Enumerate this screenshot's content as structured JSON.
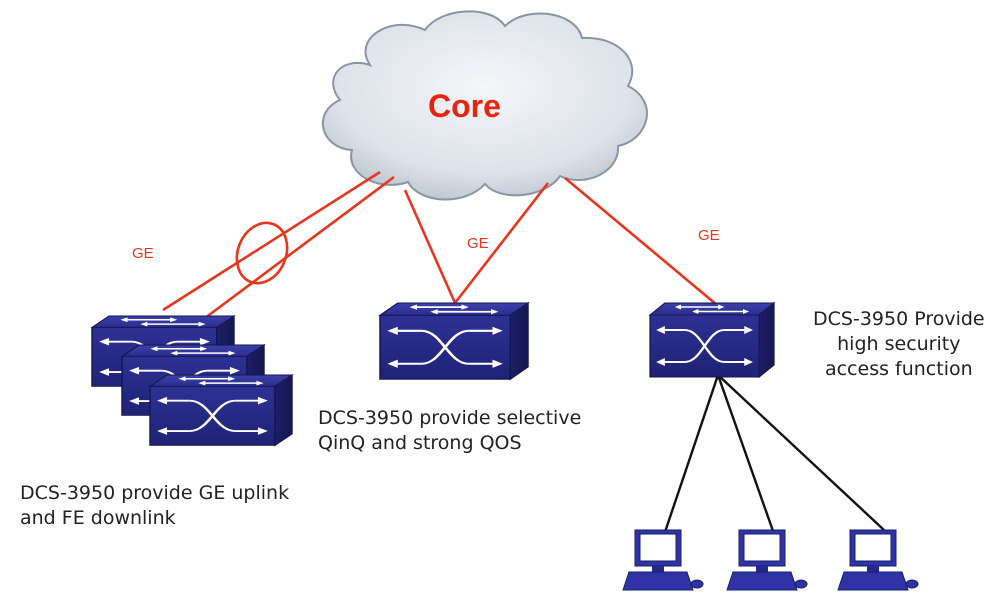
{
  "core_label": "Core",
  "links": {
    "left_label": "GE",
    "middle_label": "GE",
    "right_label": "GE"
  },
  "captions": {
    "left": "DCS-3950 provide GE uplink\nand FE downlink",
    "middle": "DCS-3950 provide selective\nQinQ and strong QOS",
    "right": "DCS-3950 Provide\nhigh security\naccess function"
  },
  "colors": {
    "link_red": "#e8361e",
    "switch_blue": "#2a2d8c",
    "cloud_fill": "#dfe5ec",
    "core_text": "#e8240c",
    "pc_blue": "#2f33a6"
  }
}
